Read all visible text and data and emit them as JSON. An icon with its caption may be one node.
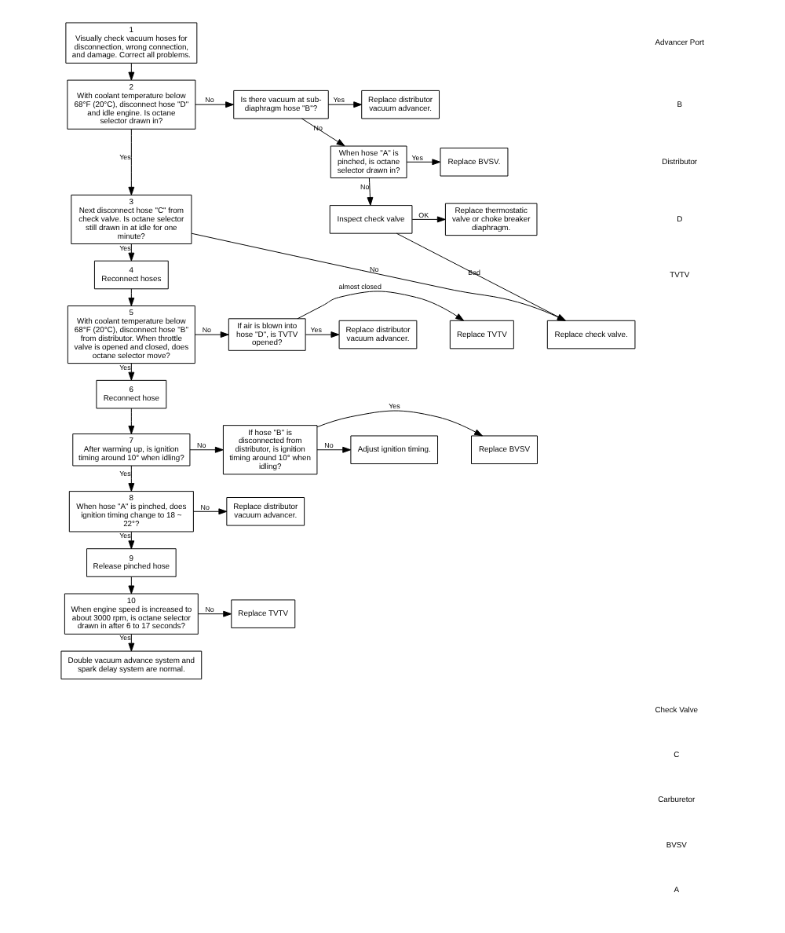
{
  "diagram": {
    "nodes": [
      {
        "text": [
          "1",
          "Visually check vacuum hoses for disconnection, wrong connection, and damage. Correct all problems."
        ]
      },
      {
        "text": [
          "2",
          "With coolant temperature below 68°F (20°C), disconnect hose \"D\" and idle engine. Is octane selector drawn in?"
        ]
      },
      {
        "text": [
          "Is there vacuum at sub-diaphragm hose \"B\"?"
        ]
      },
      {
        "text": [
          "Replace distributor vacuum advancer."
        ]
      },
      {
        "text": [
          "When hose \"A\" is pinched, is octane selector drawn in?"
        ]
      },
      {
        "text": [
          "Replace BVSV."
        ]
      },
      {
        "text": [
          "3",
          "Next disconnect hose \"C\" from check valve. Is octane selector still drawn in at idle for one minute?"
        ]
      },
      {
        "text": [
          "Inspect check valve"
        ]
      },
      {
        "text": [
          "Replace thermostatic valve or choke breaker diaphragm."
        ]
      },
      {
        "text": [
          "4",
          "Reconnect hoses"
        ]
      },
      {
        "text": [
          "5",
          "With coolant temperature below 68°F (20°C), disconnect hose \"B\" from distributor. When throttle valve is opened and closed, does octane selector move?"
        ]
      },
      {
        "text": [
          "If air is blown into hose \"D\", is TVTV opened?"
        ]
      },
      {
        "text": [
          "Replace check valve."
        ]
      },
      {
        "text": [
          "Replace TVTV"
        ]
      },
      {
        "text": [
          "Replace distributor vacuum advancer."
        ]
      },
      {
        "text": [
          "6",
          "Reconnect hose"
        ]
      },
      {
        "text": [
          "7",
          "After warming up, is ignition timing around 10° when idling?"
        ]
      },
      {
        "text": [
          "If hose \"B\" is disconnected from distributor, is ignition timing around 10° when idling?"
        ]
      },
      {
        "text": [
          "Adjust ignition timing."
        ]
      },
      {
        "text": [
          "Replace BVSV"
        ]
      },
      {
        "text": [
          "8",
          "When hose \"A\" is pinched, does ignition timing change to 18 ~ 22°?"
        ]
      },
      {
        "text": [
          "Replace distributor vacuum advancer."
        ]
      },
      {
        "text": [
          "9",
          "Release pinched hose"
        ]
      },
      {
        "text": [
          "10",
          "When engine speed is increased to about 3000 rpm, is octane selector drawn in after 6 to 17 seconds?"
        ]
      },
      {
        "text": [
          "Replace TVTV"
        ]
      },
      {
        "text": [
          "Double vacuum advance system and spark delay system are normal."
        ]
      }
    ],
    "edges": [
      {
        "from": 0,
        "to": 1,
        "arrow": "to"
      },
      {
        "from": 1,
        "to": 2,
        "label": "No",
        "arrow": "to"
      },
      {
        "from": 2,
        "to": 3,
        "label": "Yes",
        "arrow": "to"
      },
      {
        "from": 2,
        "to": 4,
        "label": "No",
        "arrow": "to"
      },
      {
        "from": 4,
        "to": 5,
        "label": "Yes",
        "arrow": "to"
      },
      {
        "from": 4,
        "to": 7,
        "label": "No",
        "arrow": "to"
      },
      {
        "from": 7,
        "to": 8,
        "label": "OK",
        "arrow": "to"
      },
      {
        "from": 7,
        "to": 12,
        "label": "Bad",
        "arrow": "to"
      },
      {
        "from": 1,
        "to": 6,
        "label": "Yes",
        "arrow": "to"
      },
      {
        "from": 6,
        "to": 12,
        "label": "No",
        "arrow": "to"
      },
      {
        "from": 6,
        "to": 9,
        "label": "Yes",
        "arrow": "to"
      },
      {
        "from": 9,
        "to": 10,
        "arrow": "to"
      },
      {
        "from": 10,
        "to": 11,
        "label": "No",
        "arrow": "to"
      },
      {
        "from": 11,
        "to": 13,
        "label": "almost closed",
        "arrow": "to"
      },
      {
        "from": 11,
        "to": 14,
        "label": "Yes",
        "arrow": "to"
      },
      {
        "from": 10,
        "to": 15,
        "label": "Yes",
        "arrow": "to"
      },
      {
        "from": 15,
        "to": 16,
        "arrow": "to"
      },
      {
        "from": 16,
        "to": 17,
        "label": "No",
        "arrow": "to"
      },
      {
        "from": 17,
        "to": 18,
        "label": "No",
        "arrow": "to"
      },
      {
        "from": 17,
        "to": 19,
        "label": "Yes",
        "arrow": "to"
      },
      {
        "from": 16,
        "to": 20,
        "label": "Yes",
        "arrow": "to"
      },
      {
        "from": 20,
        "to": 21,
        "label": "No",
        "arrow": "to"
      },
      {
        "from": 20,
        "to": 22,
        "label": "Yes",
        "arrow": "to"
      },
      {
        "from": 22,
        "to": 23,
        "arrow": "to"
      },
      {
        "from": 23,
        "to": 24,
        "label": "No",
        "arrow": "to"
      },
      {
        "from": 23,
        "to": 25,
        "label": "Yes",
        "arrow": "to"
      }
    ],
    "labels": [
      "Check Valve",
      "C",
      "Carburetor",
      "BVSV",
      "A",
      "Advancer Port",
      "B",
      "Distributor",
      "D",
      "TVTV"
    ]
  }
}
